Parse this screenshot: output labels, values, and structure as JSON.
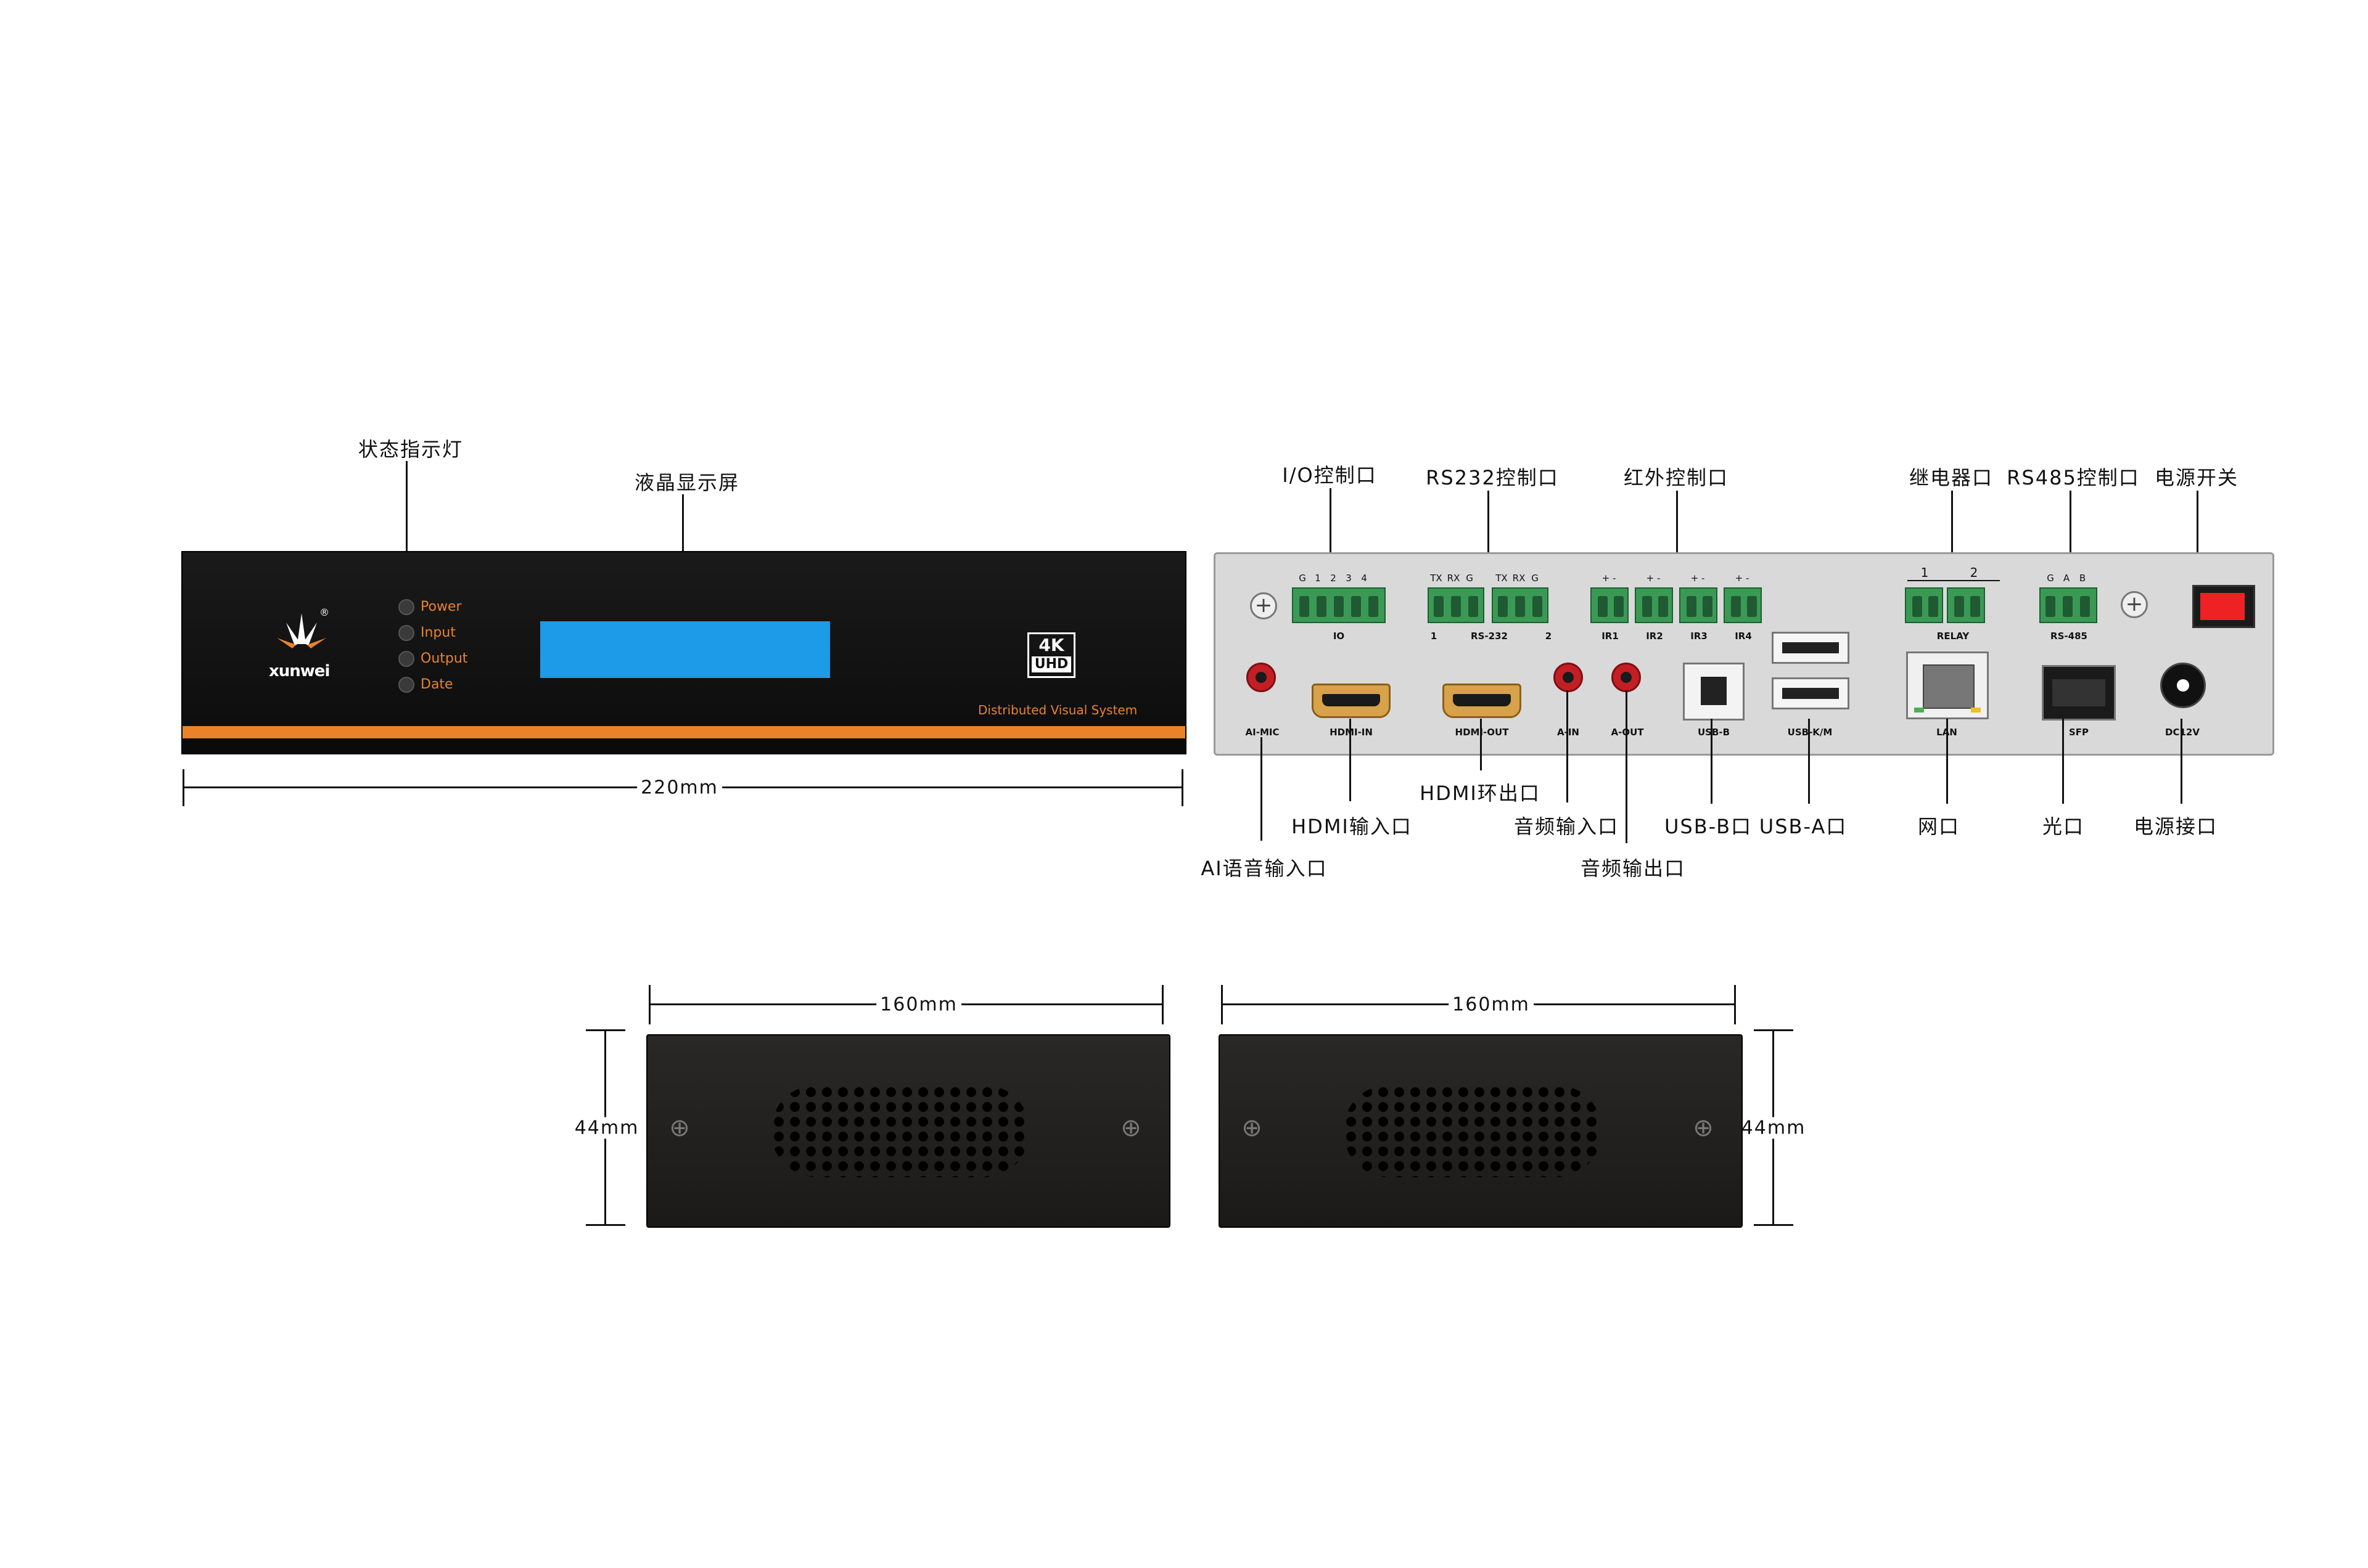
{
  "front": {
    "brand": "xunwei",
    "registered": "®",
    "leds": [
      "Power",
      "Input",
      "Output",
      "Date"
    ],
    "badge_top": "4K",
    "badge_bottom": "UHD",
    "subtitle": "Distributed Visual System",
    "callout_leds": "状态指示灯",
    "callout_lcd": "液晶显示屏",
    "width_label": "220mm",
    "colors": {
      "stripe": "#e9832a",
      "lcd": "#1d9ae8"
    }
  },
  "rear": {
    "top_callouts": [
      "I/O控制口",
      "RS232控制口",
      "红外控制口",
      "继电器口",
      "RS485控制口",
      "电源开关"
    ],
    "io": {
      "pins": [
        "G",
        "1",
        "2",
        "3",
        "4"
      ],
      "label": "IO"
    },
    "rs232": {
      "pins": [
        "TX",
        "RX",
        "G",
        "TX",
        "RX",
        "G"
      ],
      "label": "RS-232",
      "left": "1",
      "right": "2"
    },
    "ir": {
      "pin_sign": "+ -",
      "labels": [
        "IR1",
        "IR2",
        "IR3",
        "IR4"
      ]
    },
    "relay": {
      "top": [
        "1",
        "2"
      ],
      "label": "RELAY"
    },
    "rs485": {
      "pins": [
        "G",
        "A",
        "B"
      ],
      "label": "RS-485"
    },
    "port_labels": [
      "AI-MIC",
      "HDMI-IN",
      "HDMI-OUT",
      "A-IN",
      "A-OUT",
      "USB-B",
      "USB-K/M",
      "LAN",
      "SFP",
      "DC12V"
    ],
    "bottom_callouts": {
      "ai": "AI语音输入口",
      "hdmi_in": "HDMI输入口",
      "hdmi_out": "HDMI环出口",
      "a_in": "音频输入口",
      "a_out": "音频输出口",
      "usb_b": "USB-B口",
      "usb_a": "USB-A口",
      "lan": "网口",
      "sfp": "光口",
      "dc": "电源接口"
    }
  },
  "sides": {
    "left_width": "160mm",
    "right_width": "160mm",
    "left_height": "44mm",
    "right_height": "44mm"
  }
}
